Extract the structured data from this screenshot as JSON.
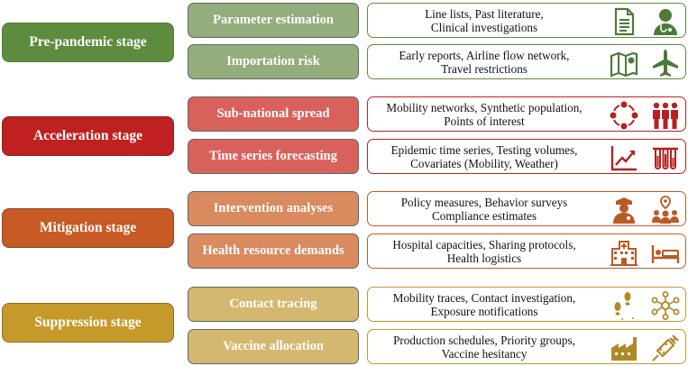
{
  "stages": [
    {
      "label": "Pre-pandemic stage",
      "color": "#5d8c3e",
      "border": "#5a7a3a"
    },
    {
      "label": "Acceleration stage",
      "color": "#c0201f",
      "border": "#8a2525"
    },
    {
      "label": "Mitigation stage",
      "color": "#c75a25",
      "border": "#8a4a25"
    },
    {
      "label": "Suppression stage",
      "color": "#c59a2a",
      "border": "#8a6f25"
    }
  ],
  "tasks": [
    {
      "label": "Parameter estimation",
      "color": "#93ad7c",
      "data_line1": "Line lists, Past literature,",
      "data_line2": "Clinical investigations",
      "data_border": "#5d8c3e",
      "icon_color": "#4d7a3a",
      "icon1": "document-icon",
      "icon2": "doctor-icon"
    },
    {
      "label": "Importation risk",
      "color": "#93ad7c",
      "data_line1": "Early reports, Airline flow network,",
      "data_line2": "Travel restrictions",
      "data_border": "#5d8c3e",
      "icon_color": "#4d7a3a",
      "icon1": "map-icon",
      "icon2": "airplane-icon"
    },
    {
      "label": "Sub-national spread",
      "color": "#d9615b",
      "data_line1": "Mobility networks, Synthetic population,",
      "data_line2": "Points of interest",
      "data_border": "#c0201f",
      "icon_color": "#b52020",
      "icon1": "cycle-arrows-icon",
      "icon2": "population-icon"
    },
    {
      "label": "Time series forecasting",
      "color": "#d9615b",
      "data_line1": "Epidemic time series, Testing volumes,",
      "data_line2": "Covariates (Mobility, Weather)",
      "data_border": "#c0201f",
      "icon_color": "#b52020",
      "icon1": "trend-chart-icon",
      "icon2": "test-tubes-icon"
    },
    {
      "label": "Intervention analyses",
      "color": "#d98a5f",
      "data_line1": "Policy measures, Behavior surveys",
      "data_line2": "Compliance estimates",
      "data_border": "#c75a25",
      "icon_color": "#b85a25",
      "icon1": "police-officer-icon",
      "icon2": "group-location-icon"
    },
    {
      "label": "Health resource demands",
      "color": "#d98a5f",
      "data_line1": "Hospital capacities, Sharing protocols,",
      "data_line2": "Health logistics",
      "data_border": "#c75a25",
      "icon_color": "#b85a25",
      "icon1": "hospital-icon",
      "icon2": "hospital-bed-icon"
    },
    {
      "label": "Contact tracing",
      "color": "#d4b870",
      "data_line1": "Mobility traces, Contact investigation,",
      "data_line2": "Exposure notifications",
      "data_border": "#c59a2a",
      "icon_color": "#b08a2a",
      "icon1": "footprints-icon",
      "icon2": "network-icon"
    },
    {
      "label": "Vaccine allocation",
      "color": "#d4b870",
      "data_line1": "Production schedules, Priority groups,",
      "data_line2": "Vaccine hesitancy",
      "data_border": "#c59a2a",
      "icon_color": "#b08a2a",
      "icon1": "factory-icon",
      "icon2": "syringe-icon"
    }
  ]
}
